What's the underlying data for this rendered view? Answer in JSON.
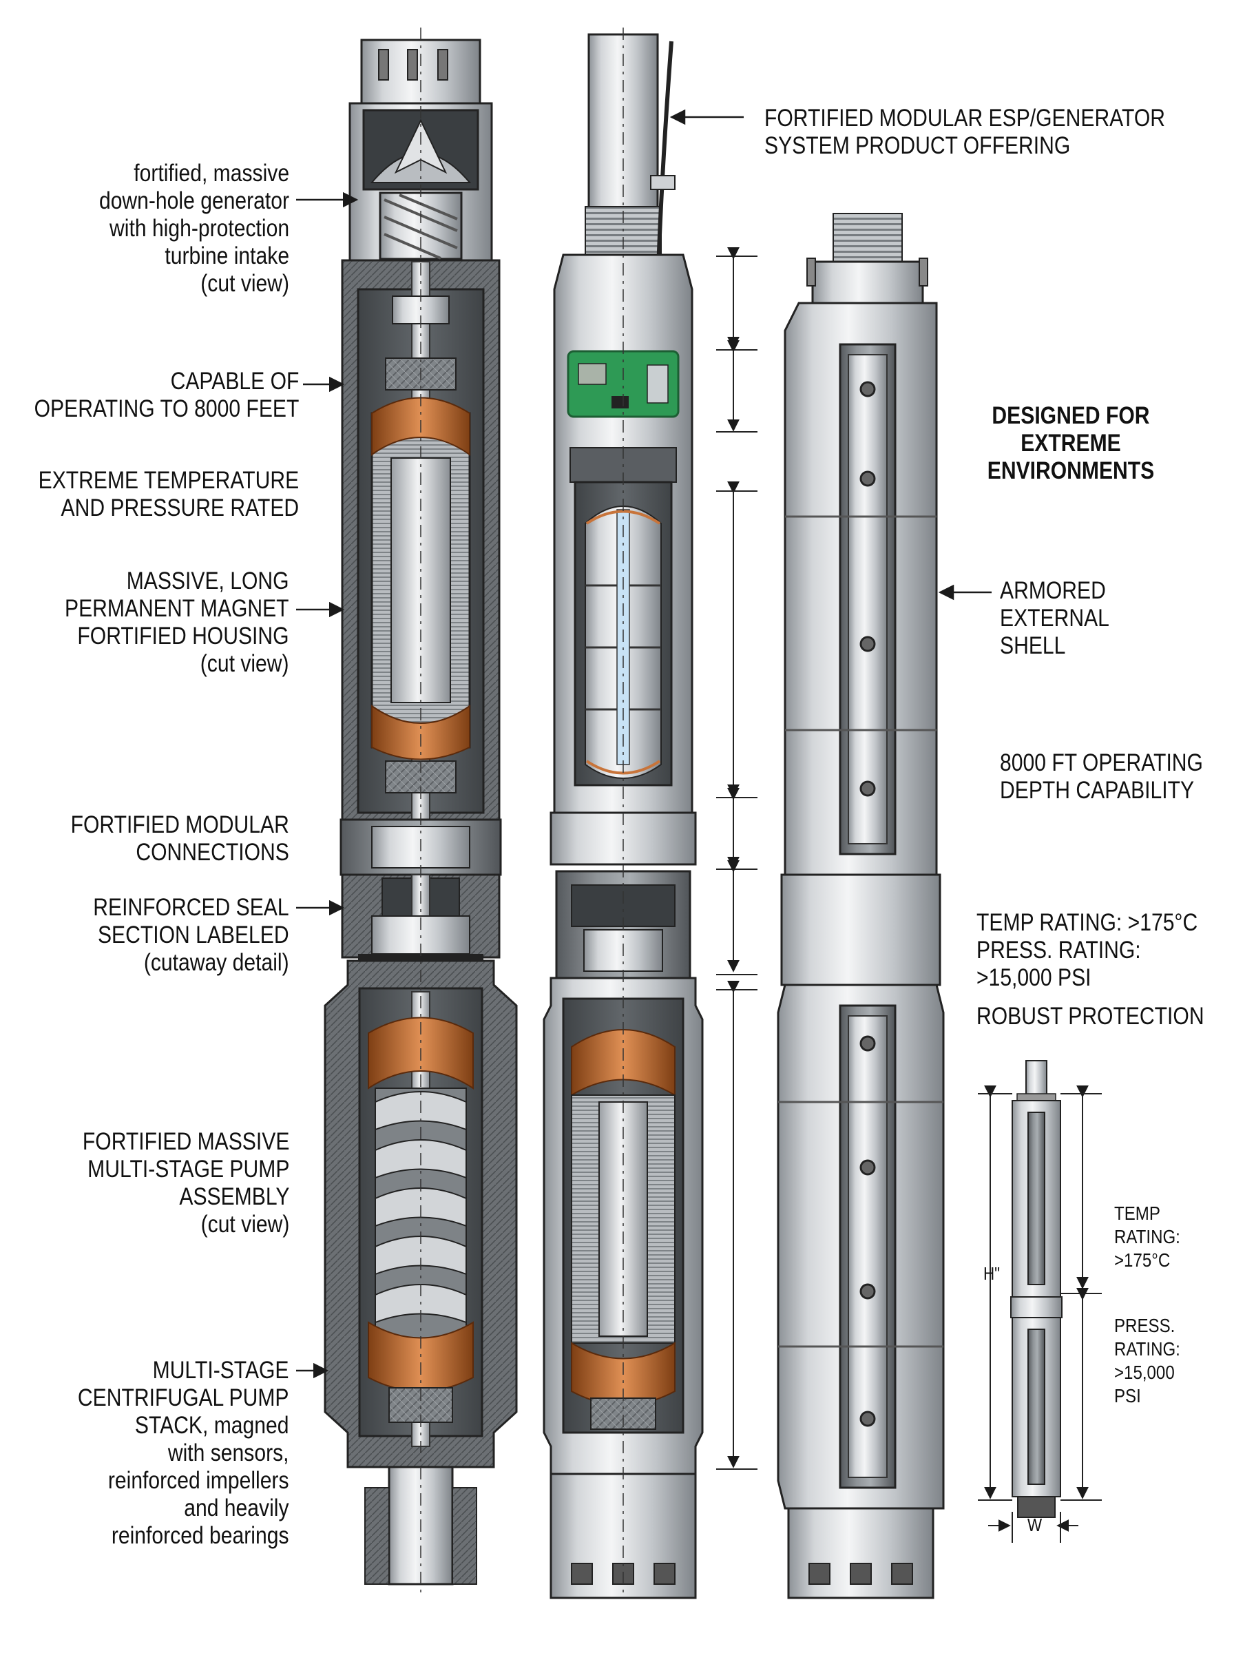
{
  "labels": {
    "generator": [
      "fortified, massive",
      "down-hole generator",
      "with high-protection",
      "turbine intake",
      "(cut view)"
    ],
    "capable": [
      "CAPABLE OF",
      "OPERATING TO 8000 FEET"
    ],
    "extreme_temp": [
      "EXTREME TEMPERATURE",
      "AND PRESSURE RATED"
    ],
    "magnet": [
      "MASSIVE, LONG",
      "PERMANENT MAGNET",
      "FORTIFIED HOUSING",
      "(cut view)"
    ],
    "modular": [
      "FORTIFIED MODULAR",
      "CONNECTIONS"
    ],
    "seal": [
      "REINFORCED SEAL",
      "SECTION LABELED",
      "(cutaway detail)"
    ],
    "pump_assembly": [
      "FORTIFIED MASSIVE",
      "MULTI-STAGE PUMP",
      "ASSEMBLY",
      "(cut view)"
    ],
    "pump_stack": [
      "MULTI-STAGE",
      "CENTRIFUGAL PUMP",
      "STACK, magned",
      "with sensors,",
      "reinforced impellers",
      "and heavily",
      "reinforced bearings"
    ],
    "product": [
      "FORTIFIED MODULAR ESP/GENERATOR",
      "SYSTEM PRODUCT OFFERING"
    ],
    "designed": [
      "DESIGNED FOR",
      "EXTREME",
      "ENVIRONMENTS"
    ],
    "armored": [
      "ARMORED",
      "EXTERNAL",
      "SHELL"
    ],
    "depth": [
      "8000 FT OPERATING",
      "DEPTH CAPABILITY"
    ],
    "ratings": [
      "TEMP RATING: >175°C",
      "PRESS. RATING:",
      ">15,000 PSI"
    ],
    "robust": "ROBUST PROTECTION",
    "small_temp": [
      "TEMP",
      "RATING:",
      ">175°C"
    ],
    "small_press": [
      "PRESS.",
      "RATING:",
      ">15,000",
      "PSI"
    ],
    "dim_h": "H\"",
    "dim_w": "W"
  },
  "colors": {
    "steel_light": "#dadde0",
    "steel_mid": "#a9aeb3",
    "steel_dark": "#6f7479",
    "housing_dark": "#55595d",
    "copper": "#c8743a",
    "pcb_green": "#2e9a55",
    "line": "#1a1a1a"
  }
}
